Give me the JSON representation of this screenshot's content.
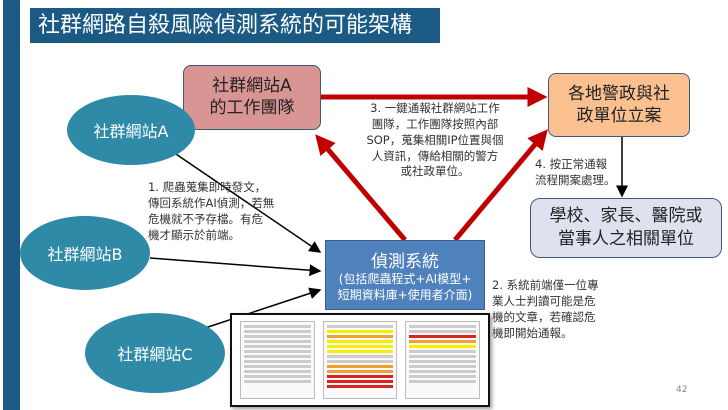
{
  "title": "社群網路自殺風險偵測系統的可能架構",
  "nodes": {
    "team_a": [
      "社群網站A",
      "的工作團隊"
    ],
    "police": [
      "各地警政與社",
      "政單位立案"
    ],
    "school": [
      "學校、家長、醫院或",
      "當事人之相關單位"
    ],
    "system_title": "偵測系統",
    "system_sub": [
      "(包括爬蟲程式+AI模型+",
      "短期資料庫+使用者介面)"
    ],
    "site_a": "社群網站A",
    "site_b": "社群網站B",
    "site_c": "社群網站C"
  },
  "notes": {
    "step1": [
      "1. 爬蟲蒐集即時發文，",
      "傳回系統作AI偵測，若無",
      "危機就不予存檔。有危",
      "機才顯示於前端。"
    ],
    "step2": [
      "2. 系統前端僅一位專",
      "業人士判讀可能是危",
      "機的文章，若確認危",
      "機即開始通報。"
    ],
    "step3": [
      "3. 一鍵通報社群網站工作",
      "團隊，工作團隊按照內部",
      "SOP，蒐集相關IP位置與個",
      "人資訊，傳給相關的警方",
      "或社政單位。"
    ],
    "step4": [
      "4. 按正常通報",
      "流程開案處理。"
    ]
  },
  "page_number": "42",
  "colors": {
    "title_bg": "#1b5a84",
    "arrow_red": "#c00000",
    "ellipse": "#2e8aa6",
    "system": "#4f81bd"
  }
}
